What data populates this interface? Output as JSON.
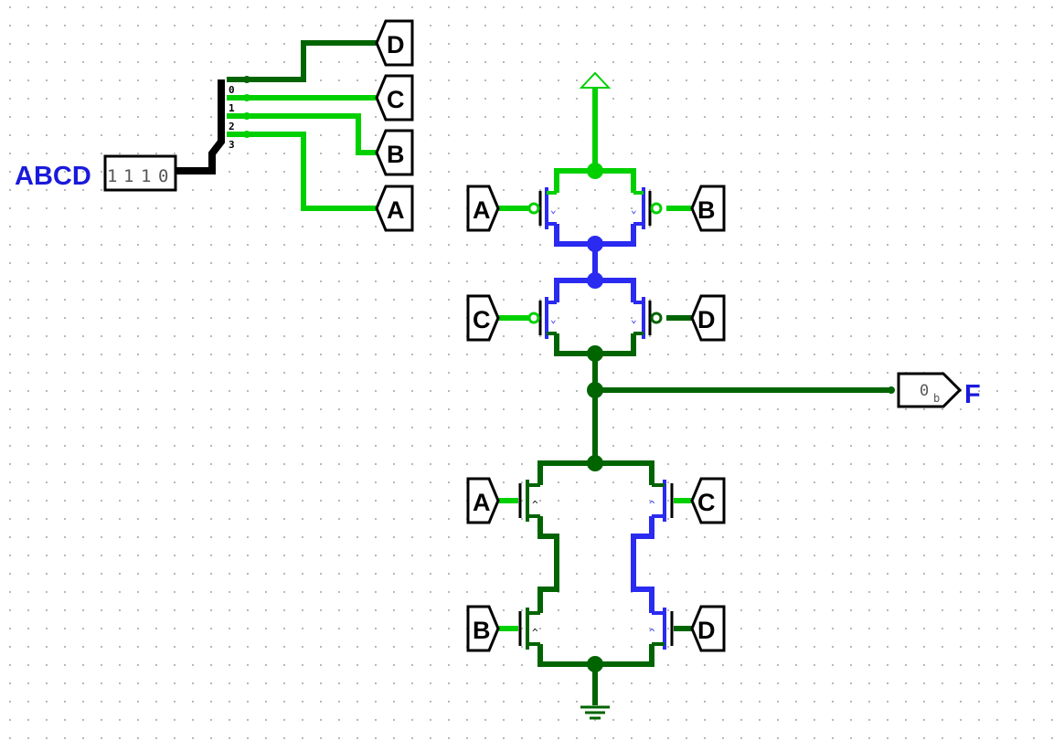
{
  "colors": {
    "wire_on": "#00d000",
    "wire_off": "#006400",
    "wire_float": "#2a2af0",
    "bus": "#000000",
    "label_blue": "#1a1adc",
    "grid_dot": "#b8b8b8"
  },
  "input_pin": {
    "label": "ABCD",
    "bits": [
      "1",
      "1",
      "1",
      "0"
    ]
  },
  "splitter": {
    "indices": [
      "0",
      "1",
      "2",
      "3"
    ]
  },
  "tunnels": {
    "split_d": "D",
    "split_c": "C",
    "split_b": "B",
    "split_a": "A",
    "pmos1_gate_left": "A",
    "pmos1_gate_right": "B",
    "pmos2_gate_left": "C",
    "pmos2_gate_right": "D",
    "nmos_top_left": "A",
    "nmos_top_right": "C",
    "nmos_bottom_left": "B",
    "nmos_bottom_right": "D"
  },
  "output_pin": {
    "value": "0",
    "radix": "b",
    "label": "F"
  },
  "symbols": {
    "pmos_mark": "⌄",
    "nmos_mark": "^"
  }
}
